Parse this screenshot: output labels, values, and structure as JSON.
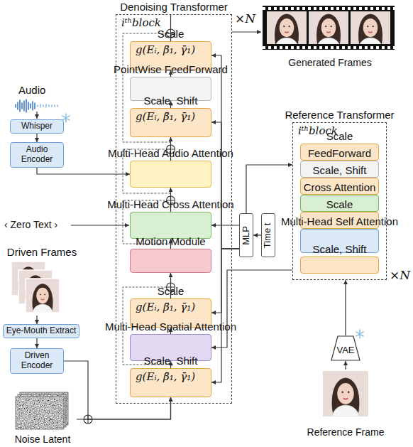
{
  "diagram": {
    "nodes": [
      {
        "text": [
          "Denoising Transformer",
          "iᵗʰblock"
        ]
      },
      {
        "text": [
          "Scale",
          "g(Eᵢ, β̄₁, γ̄₁)"
        ],
        "in": 0
      },
      {
        "text": [
          "PointWise FeedForward"
        ],
        "in": 0
      },
      {
        "text": [
          "Scale, Shift",
          "g(Eᵢ, β̄₁, γ̄₁)"
        ],
        "in": 0
      },
      {
        "text": [
          "Multi-Head Audio Attention"
        ],
        "in": 0
      },
      {
        "text": [
          "Multi-Head Cross Attention"
        ],
        "in": 0
      },
      {
        "text": [
          "Motion Module"
        ],
        "in": 0
      },
      {
        "text": [
          "Scale",
          "g(Eᵢ, β̄₁, γ̄₁)"
        ],
        "in": 0
      },
      {
        "text": [
          "Multi-Head Spatial Attention"
        ],
        "in": 0
      },
      {
        "text": [
          "Scale, Shift",
          "g(Eᵢ, β̄₁, γ̄₁)"
        ],
        "in": 0
      },
      {
        "text": [
          "Generated Frames"
        ]
      },
      {
        "text": [
          "Whisper"
        ]
      },
      {
        "text": [
          "Audio Encoder"
        ]
      },
      {
        "text": [
          "Driven Frames"
        ]
      },
      {
        "text": [
          "Eye-Mouth Extract"
        ]
      },
      {
        "text": [
          "Driven Encoder"
        ]
      },
      {
        "text": [
          "Noise Latent"
        ]
      },
      {
        "text": [
          "MLP"
        ]
      },
      {
        "text": [
          "Time t"
        ]
      },
      {
        "text": [
          "Reference Transformer",
          "iᵗʰblock"
        ]
      },
      {
        "text": [
          "Scale"
        ],
        "in": 19
      },
      {
        "text": [
          "FeedForward"
        ],
        "in": 19
      },
      {
        "text": [
          "Scale, Shift"
        ],
        "in": 19
      },
      {
        "text": [
          "Cross Attention"
        ],
        "in": 19
      },
      {
        "text": [
          "Scale"
        ],
        "in": 19
      },
      {
        "text": [
          "Multi-Head Self Attention"
        ],
        "in": 19
      },
      {
        "text": [
          "Scale, Shift"
        ],
        "in": 19
      },
      {
        "text": [
          "VAE"
        ]
      },
      {
        "text": [
          "Reference Frame"
        ]
      }
    ],
    "edges": [
      {
        "from": 9,
        "to": 8,
        "arrow": "to"
      },
      {
        "from": 8,
        "to": 7,
        "arrow": "to"
      },
      {
        "from": 7,
        "to": 6,
        "arrow": "to"
      },
      {
        "from": 6,
        "to": 5,
        "arrow": "to"
      },
      {
        "from": 5,
        "to": 4,
        "arrow": "to"
      },
      {
        "from": 4,
        "to": 3,
        "arrow": "to"
      },
      {
        "from": 3,
        "to": 2,
        "arrow": "to"
      },
      {
        "from": 2,
        "to": 1,
        "arrow": "to"
      },
      {
        "from": 0,
        "to": 10,
        "arrow": "to"
      },
      {
        "from": 11,
        "to": 12,
        "arrow": "to"
      },
      {
        "from": 12,
        "to": 4,
        "arrow": "to"
      },
      {
        "from": 13,
        "to": 14,
        "arrow": "to"
      },
      {
        "from": 14,
        "to": 15,
        "arrow": "to"
      },
      {
        "from": 15,
        "to": 9,
        "arrow": "to"
      },
      {
        "from": 16,
        "to": 9,
        "arrow": "to"
      },
      {
        "from": 18,
        "to": 17,
        "arrow": "to"
      },
      {
        "from": 17,
        "to": 19,
        "arrow": "to"
      },
      {
        "from": 17,
        "to": 5,
        "arrow": "to"
      },
      {
        "from": 17,
        "to": 1,
        "arrow": "to"
      },
      {
        "from": 17,
        "to": 3,
        "arrow": "to"
      },
      {
        "from": 17,
        "to": 7,
        "arrow": "to"
      },
      {
        "from": 17,
        "to": 9,
        "arrow": "to"
      },
      {
        "from": 19,
        "to": 8,
        "arrow": "to"
      },
      {
        "from": 27,
        "to": 19,
        "arrow": "to"
      },
      {
        "from": 28,
        "to": 27,
        "arrow": "to"
      }
    ],
    "labels": [
      "Audio",
      "‹ Zero Text ›",
      "×N",
      "×N"
    ]
  }
}
